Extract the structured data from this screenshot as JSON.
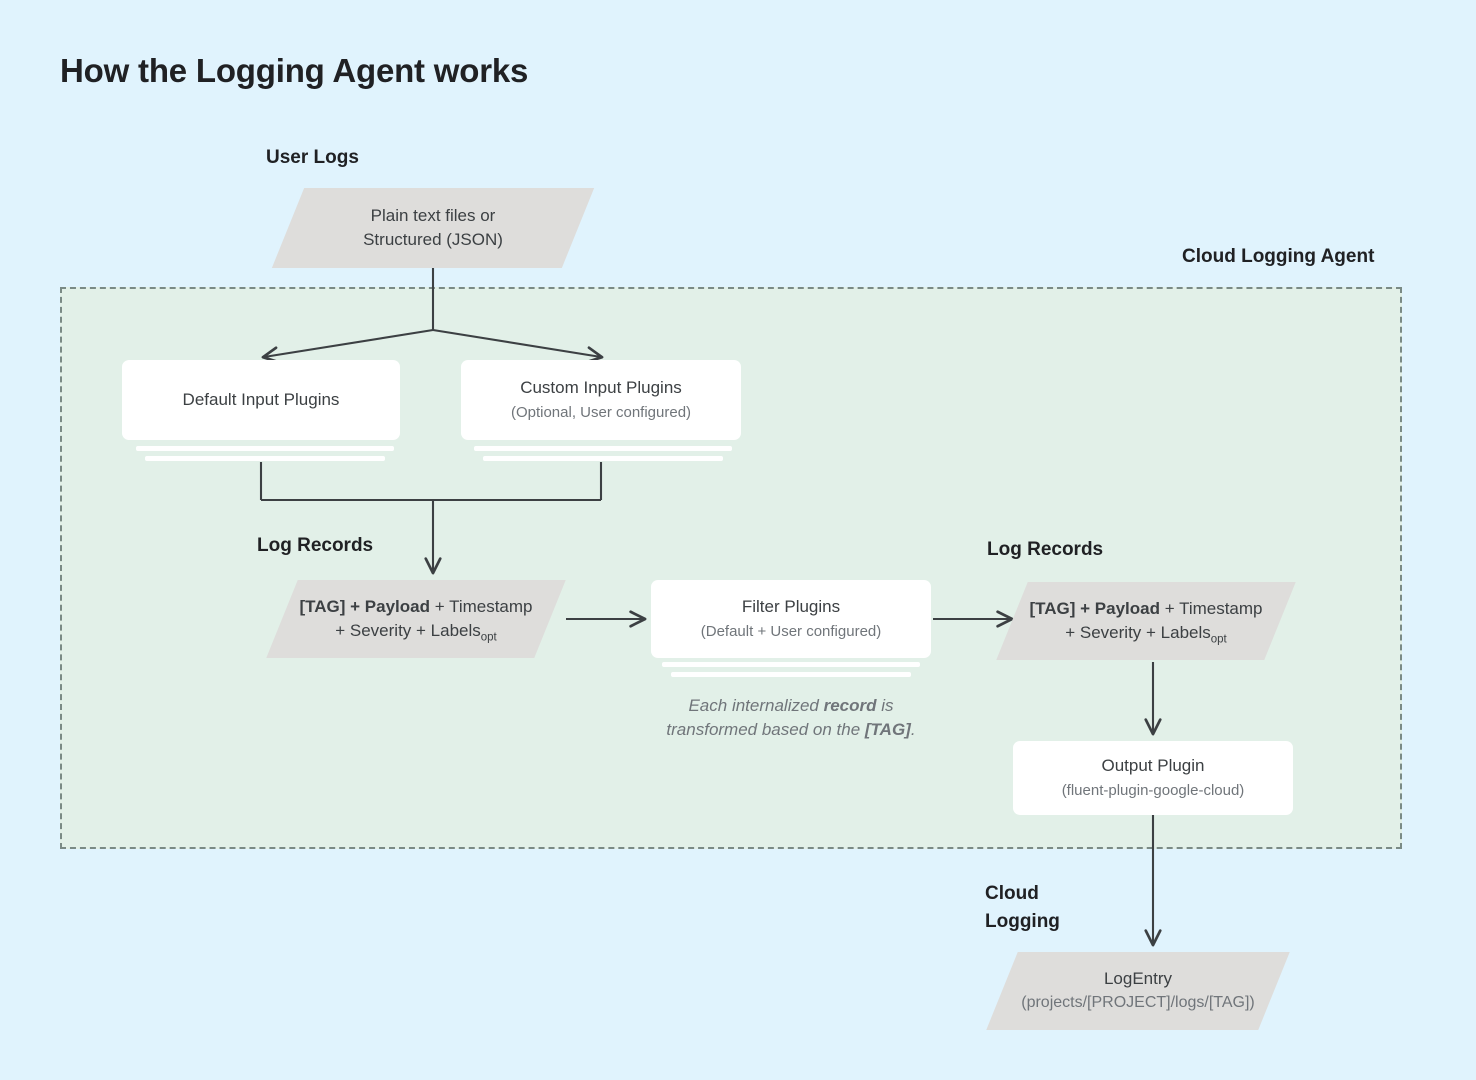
{
  "page": {
    "title": "How the Logging Agent works",
    "background_color": "#e0f3fd",
    "agent_region_color": "#e2f0e8",
    "shape_color": "#dedddb",
    "card_color": "#ffffff",
    "line_color": "#3c4043",
    "dash_color": "#7a8a85"
  },
  "labels": {
    "user_logs": "User Logs",
    "cloud_logging_agent": "Cloud Logging Agent",
    "log_records_left": "Log Records",
    "log_records_right": "Log Records",
    "cloud_logging": "Cloud\nLogging"
  },
  "shapes": {
    "user_logs_source": {
      "text": "Plain text files or\nStructured (JSON)",
      "kind": "parallelogram"
    },
    "log_record_left": {
      "line1_strong": "[TAG] + Payload",
      "line1_rest": " + Timestamp",
      "line2": "+ Severity + Labels",
      "line2_subscript": "opt",
      "kind": "parallelogram"
    },
    "log_record_right": {
      "line1_strong": "[TAG] + Payload",
      "line1_rest": " + Timestamp",
      "line2": "+ Severity + Labels",
      "line2_subscript": "opt",
      "kind": "parallelogram"
    },
    "log_entry": {
      "title": "LogEntry",
      "subtitle": "(projects/[PROJECT]/logs/[TAG])",
      "kind": "parallelogram"
    }
  },
  "cards": {
    "default_input_plugins": {
      "title": "Default Input Plugins",
      "subtitle": "",
      "stacked": true
    },
    "custom_input_plugins": {
      "title": "Custom Input Plugins",
      "subtitle": "(Optional, User configured)",
      "stacked": true
    },
    "filter_plugins": {
      "title": "Filter Plugins",
      "subtitle": "(Default + User configured)",
      "stacked": true
    },
    "output_plugin": {
      "title": "Output Plugin",
      "subtitle": "(fluent-plugin-google-cloud)",
      "stacked": false
    }
  },
  "captions": {
    "transform_note_a": "Each internalized ",
    "transform_note_b": "record",
    "transform_note_c": " is\ntransformed based on the ",
    "transform_note_d": "[TAG]",
    "transform_note_e": "."
  }
}
